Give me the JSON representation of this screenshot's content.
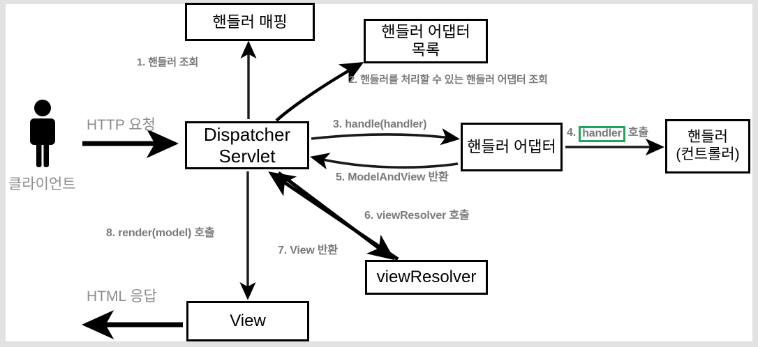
{
  "diagram": {
    "title": "Spring MVC DispatcherServlet flow",
    "accent_green": "#21a45c",
    "label_gray": "#7a7a7a",
    "light_gray": "#8c8c8c",
    "border_color": "#e2e2e2",
    "nodes": {
      "handler_mapping": "핸들러 매핑",
      "handler_adapter_list": "핸들러 어댑터\n목록",
      "dispatcher_servlet": "Dispatcher\nServlet",
      "handler_adapter": "핸들러 어댑터",
      "controller": "핸들러\n(컨트롤러)",
      "view_resolver": "viewResolver",
      "view": "View"
    },
    "actor": {
      "icon": "person-icon",
      "label": "클라이언트"
    },
    "flow_labels": {
      "http_request": "HTTP 요청",
      "html_response": "HTML 응답",
      "step1": "1. 핸들러 조회",
      "step2": "2. 핸들러를 처리할 수 있는 핸들러 어댑터 조회",
      "step3": "3. handle(handler)",
      "step4_prefix": "4.",
      "step4_highlight": "handler",
      "step4_suffix": "호출",
      "step5": "5. ModelAndView 반환",
      "step6": "6. viewResolver 호출",
      "step7": "7. View 반환",
      "step8": "8. render(model) 호출"
    }
  }
}
